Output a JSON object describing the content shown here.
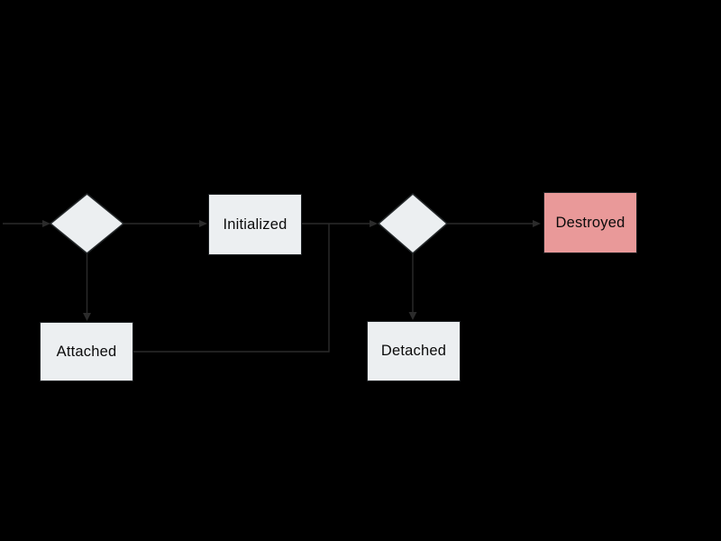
{
  "diagram": {
    "type": "flowchart",
    "background_color": "#000000",
    "edge_color": "#2b2b2b",
    "node_fill_color": "#ECEFF1",
    "destroyed_fill_color": "#E99999",
    "text_color": "#0b0b0b",
    "nodes": {
      "decision1": {
        "shape": "diamond",
        "label": ""
      },
      "initialized": {
        "shape": "rect",
        "label": "Initialized"
      },
      "attached": {
        "shape": "rect",
        "label": "Attached"
      },
      "decision2": {
        "shape": "diamond",
        "label": ""
      },
      "detached": {
        "shape": "rect",
        "label": "Detached"
      },
      "destroyed": {
        "shape": "rect",
        "label": "Destroyed"
      }
    },
    "edges": [
      {
        "from": "offscreen-left",
        "to": "decision1",
        "arrow": true
      },
      {
        "from": "decision1",
        "to": "initialized",
        "arrow": true
      },
      {
        "from": "decision1",
        "to": "attached",
        "arrow": true
      },
      {
        "from": "initialized",
        "to": "decision2",
        "arrow": true
      },
      {
        "from": "attached",
        "to": "decision2",
        "arrow": false
      },
      {
        "from": "decision2",
        "to": "detached",
        "arrow": true
      },
      {
        "from": "decision2",
        "to": "destroyed",
        "arrow": true
      }
    ]
  }
}
